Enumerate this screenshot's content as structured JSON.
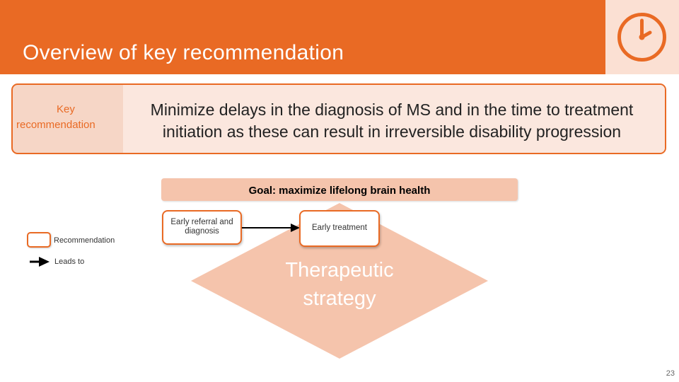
{
  "header": {
    "title": "Overview of key recommendation"
  },
  "key_recommendation": {
    "label_line1": "Key",
    "label_line2": "recommendation",
    "text_line1": "Minimize delays in the diagnosis of MS and in the time to treatment",
    "text_line2": "initiation as these can result in irreversible disability progression"
  },
  "diagram": {
    "goal": "Goal: maximize lifelong brain health",
    "node_referral_line1": "Early referral and",
    "node_referral_line2": "diagnosis",
    "node_treatment": "Early treatment",
    "strategy_line1": "Therapeutic",
    "strategy_line2": "strategy"
  },
  "legend": {
    "recommendation": "Recommendation",
    "leads_to": "Leads to"
  },
  "page_number": "23",
  "colors": {
    "accent": "#e96a24",
    "light_panel": "#fbe0d3",
    "diamond": "#f5c4ac"
  },
  "icons": {
    "clock": "clock-icon"
  }
}
